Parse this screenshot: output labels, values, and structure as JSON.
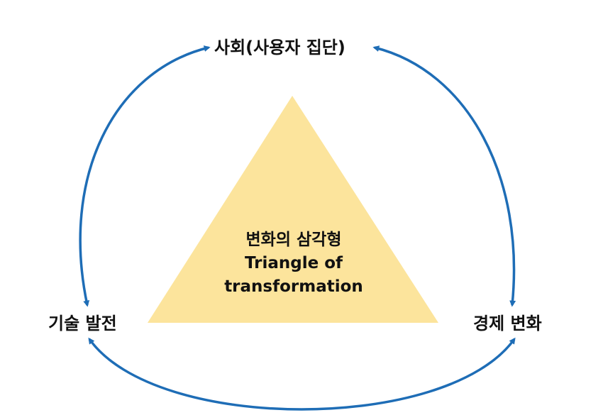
{
  "nodes": {
    "society": "사회(사용자 집단)",
    "technology": "기술 발전",
    "economy": "경제 변화"
  },
  "center": {
    "title_ko": "변화의 삼각형",
    "title_en_line1": "Triangle of",
    "title_en_line2": "transformation"
  },
  "colors": {
    "triangle_fill": "#FCE49C",
    "arrow": "#1E6DB6",
    "text": "#111111"
  }
}
